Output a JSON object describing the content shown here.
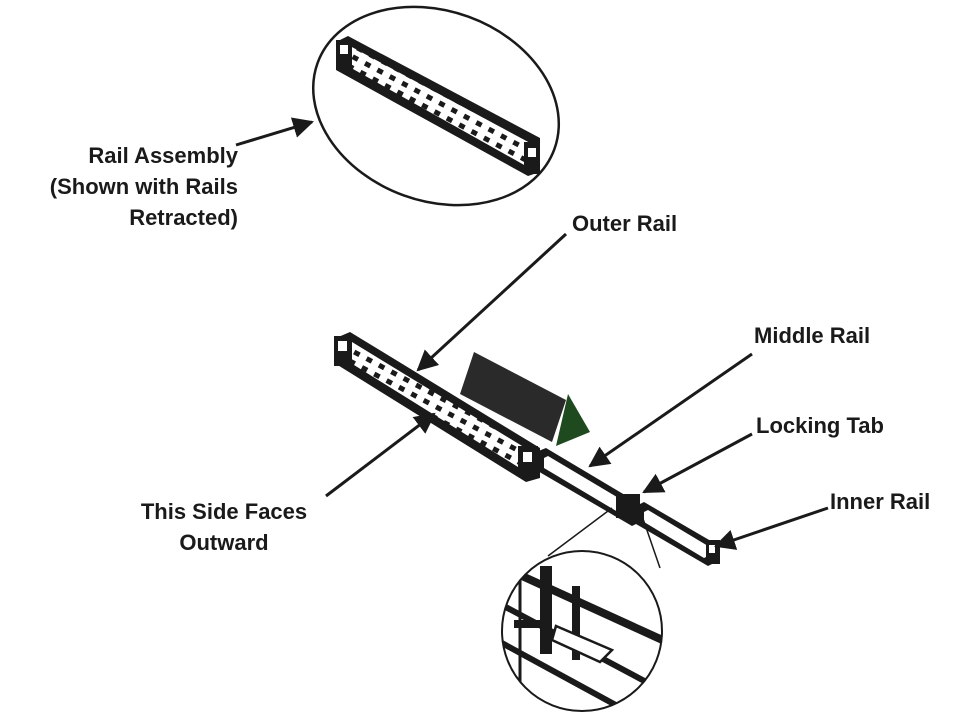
{
  "labels": {
    "rail_assembly": [
      "Rail Assembly",
      "(Shown with Rails",
      "Retracted)"
    ],
    "outer_rail": "Outer Rail",
    "middle_rail": "Middle Rail",
    "locking_tab": "Locking Tab",
    "inner_rail": "Inner Rail",
    "this_side_faces": [
      "This Side Faces",
      "Outward"
    ]
  },
  "colors": {
    "ink": "#1a1a1a",
    "direction_arrow_body": "#2a2a2a",
    "direction_arrow_head": "#1f4a1f"
  }
}
